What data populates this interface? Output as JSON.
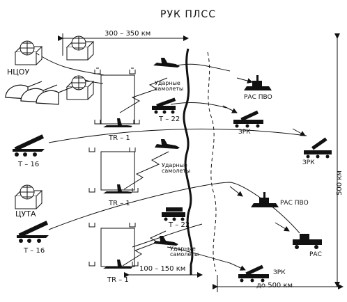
{
  "title": "РУК ПЛСС",
  "dimensions": {
    "range_top": "300 – 350 км",
    "range_bottom": "100 – 150 км",
    "depth_right": "500 км",
    "range_to": "до 500 км"
  },
  "command_posts": {
    "ncou": "НЦОУ",
    "cuta": "ЦУТА"
  },
  "aircraft": {
    "tr1": "TR – 1"
  },
  "vehicles": {
    "t16": "Т – 16",
    "t22": "Т – 22"
  },
  "strike_aircraft": "Ударные самолеты",
  "targets": {
    "ras_pvo": "РАС ПВО",
    "zrk": "ЗРК",
    "ras": "РАС"
  }
}
